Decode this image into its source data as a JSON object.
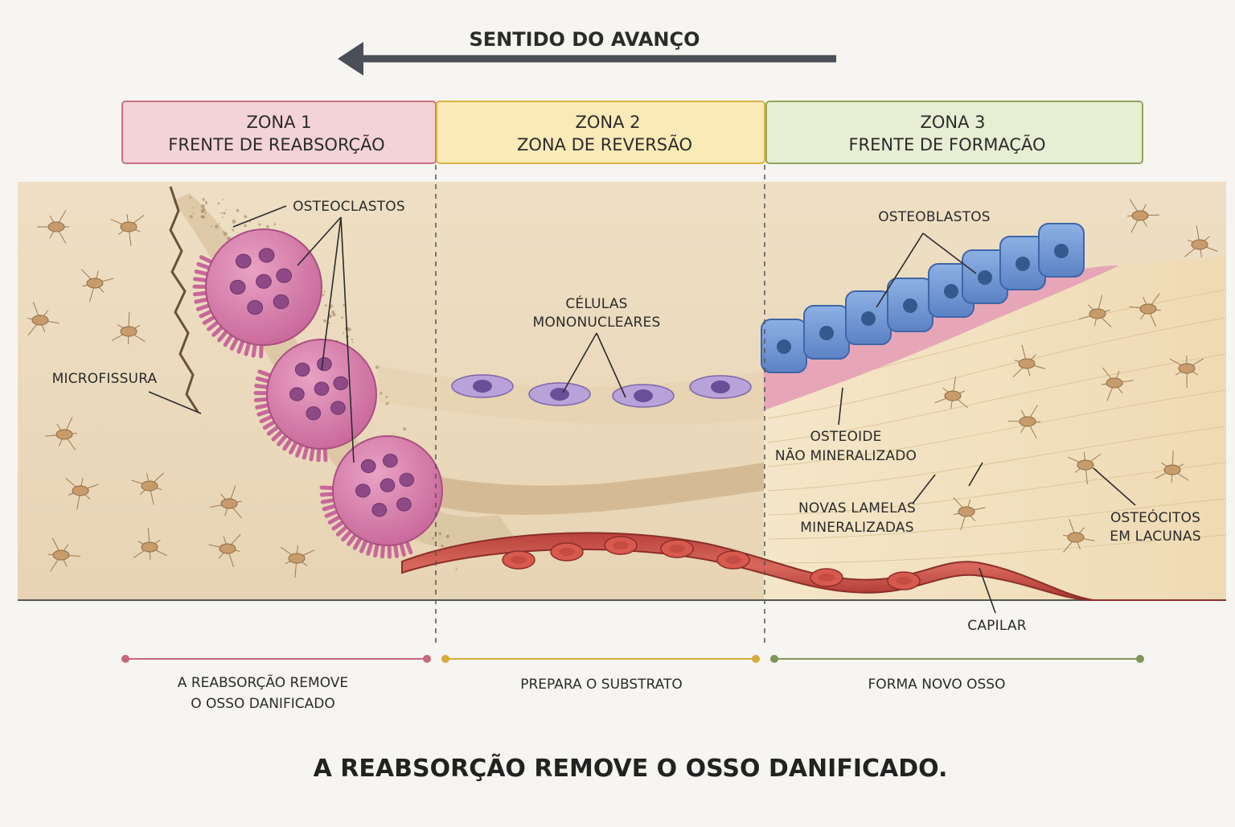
{
  "direction": {
    "label": "SENTIDO DO AVANÇO"
  },
  "zones": [
    {
      "number": "ZONA 1",
      "name": "FRENTE DE REABSORÇÃO",
      "fill": "#f3d3d7",
      "stroke": "#c9707e",
      "accent": "#c8677a"
    },
    {
      "number": "ZONA 2",
      "name": "ZONA DE REVERSÃO",
      "fill": "#faeab8",
      "stroke": "#d8b445",
      "accent": "#d9a93a"
    },
    {
      "number": "ZONA 3",
      "name": "FRENTE DE FORMAÇÃO",
      "fill": "#e7eed3",
      "stroke": "#8fa55e",
      "accent": "#7f9656"
    }
  ],
  "labels": {
    "osteoclasts": "OSTEOCLASTOS",
    "microcrack": "MICROFISSURA",
    "mononuclear_1": "CÉLULAS",
    "mononuclear_2": "MONONUCLEARES",
    "osteoblasts": "OSTEOBLASTOS",
    "osteoid_1": "OSTEOIDE",
    "osteoid_2": "NÃO MINERALIZADO",
    "lamellae_1": "NOVAS LAMELAS",
    "lamellae_2": "MINERALIZADAS",
    "osteocytes_1": "OSTEÓCITOS",
    "osteocytes_2": "EM LACUNAS",
    "capillary": "CAPILAR"
  },
  "summaries": [
    {
      "line1": "A REABSORÇÃO REMOVE",
      "line2": "O OSSO DANIFICADO"
    },
    {
      "line1": "PREPARA O SUBSTRATO",
      "line2": ""
    },
    {
      "line1": "FORMA NOVO OSSO",
      "line2": ""
    }
  ],
  "caption": "A REABSORÇÃO REMOVE O OSSO DANIFICADO.",
  "colors": {
    "bone_old": "#ecdcc1",
    "bone_new": "#f1dfbd",
    "osteoclast": "#d77fa8",
    "osteoclast_nucleus": "#8d4a87",
    "osteoblast": "#6f97d4",
    "osteoblast_nucleus": "#35598f",
    "mononuclear": "#b9a2d9",
    "osteoid": "#e6a6b8",
    "capillary": "#c9463f",
    "rbc": "#d85a4e",
    "arrow": "#4a4f58"
  }
}
